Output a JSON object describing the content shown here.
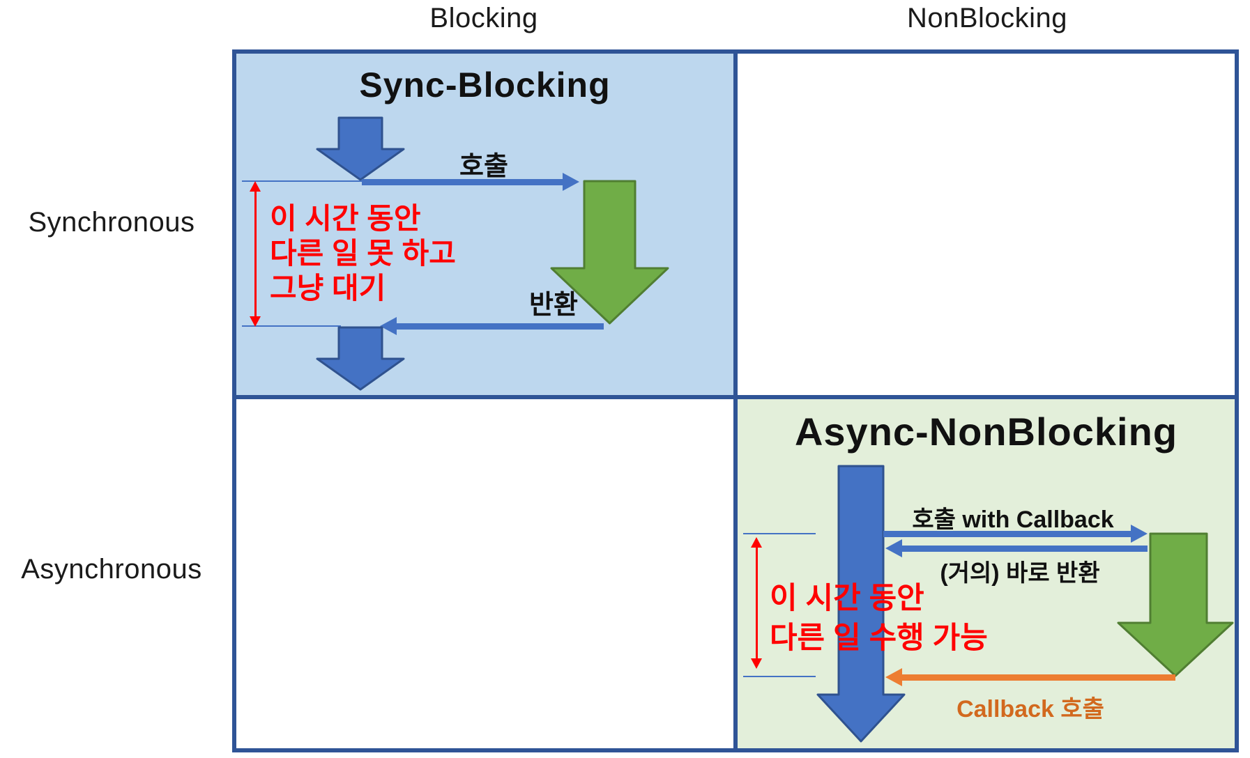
{
  "matrix": {
    "col_headers": [
      {
        "label": "Blocking"
      },
      {
        "label": "NonBlocking"
      }
    ],
    "row_headers": [
      {
        "label": "Synchronous"
      },
      {
        "label": "Asynchronous"
      }
    ]
  },
  "sync_blocking": {
    "title": "Sync-Blocking",
    "call_label": "호출",
    "return_label": "반환",
    "note_lines": [
      "이 시간 동안",
      "다른 일 못 하고",
      "그냥 대기"
    ]
  },
  "async_nonblocking": {
    "title": "Async-NonBlocking",
    "call_label": "호출 with Callback",
    "return_label": "(거의) 바로 반환",
    "callback_label": "Callback 호출",
    "note_lines": [
      "이 시간 동안",
      "다른 일 수행 가능"
    ]
  },
  "colors": {
    "grid_border": "#2F5496",
    "sync_blocking_bg": "#BDD7EE",
    "async_nonblocking_bg": "#E3EFDA",
    "flow_arrow_blue": "#4472C4",
    "flow_arrow_blue_stroke": "#2F528F",
    "task_arrow_green": "#70AD47",
    "task_arrow_green_stroke": "#507E32",
    "callback_arrow_orange": "#ED7D31",
    "callback_text_orange": "#D2691E",
    "note_red": "#FF0000"
  }
}
